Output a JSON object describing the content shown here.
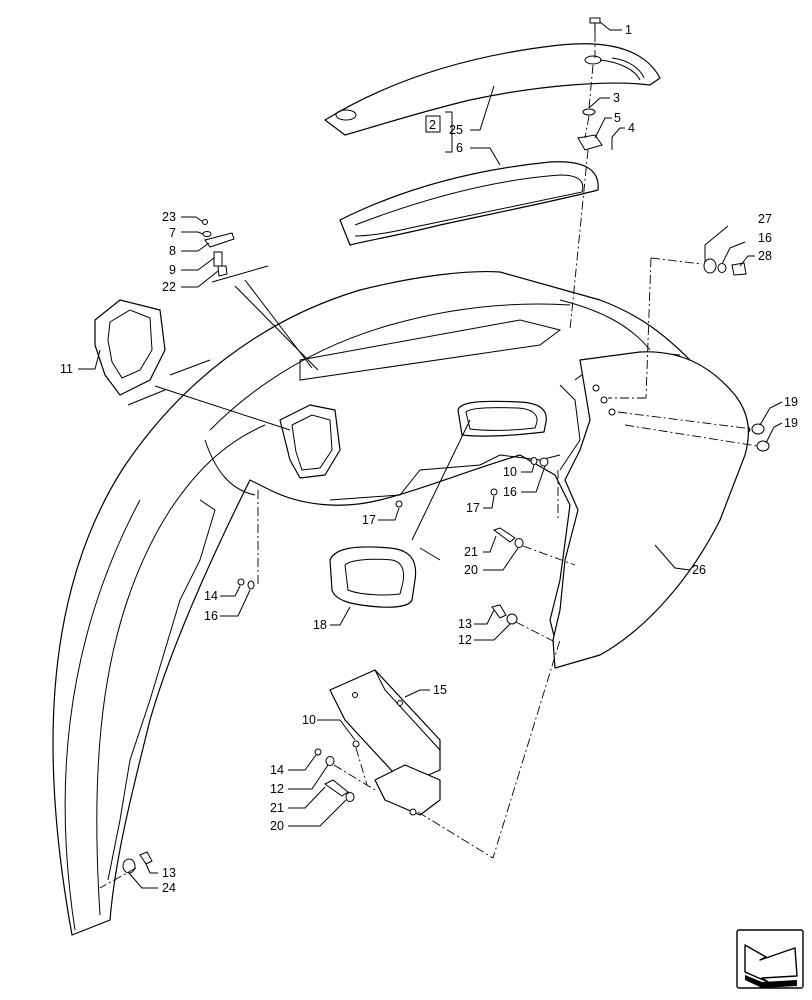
{
  "callouts": [
    {
      "id": "c1",
      "text": "1"
    },
    {
      "id": "c3",
      "text": "3"
    },
    {
      "id": "c5",
      "text": "5"
    },
    {
      "id": "c4",
      "text": "4"
    },
    {
      "id": "c2",
      "text": "2"
    },
    {
      "id": "c25",
      "text": "25"
    },
    {
      "id": "c6",
      "text": "6"
    },
    {
      "id": "c23",
      "text": "23"
    },
    {
      "id": "c7",
      "text": "7"
    },
    {
      "id": "c8",
      "text": "8"
    },
    {
      "id": "c9",
      "text": "9"
    },
    {
      "id": "c22",
      "text": "22"
    },
    {
      "id": "c27",
      "text": "27"
    },
    {
      "id": "c16a",
      "text": "16"
    },
    {
      "id": "c28",
      "text": "28"
    },
    {
      "id": "c11",
      "text": "11"
    },
    {
      "id": "c19a",
      "text": "19"
    },
    {
      "id": "c19b",
      "text": "19"
    },
    {
      "id": "c10a",
      "text": "10"
    },
    {
      "id": "c16b",
      "text": "16"
    },
    {
      "id": "c17a",
      "text": "17"
    },
    {
      "id": "c17b",
      "text": "17"
    },
    {
      "id": "c21a",
      "text": "21"
    },
    {
      "id": "c20a",
      "text": "20"
    },
    {
      "id": "c26",
      "text": "26"
    },
    {
      "id": "c14a",
      "text": "14"
    },
    {
      "id": "c16c",
      "text": "16"
    },
    {
      "id": "c18",
      "text": "18"
    },
    {
      "id": "c13a",
      "text": "13"
    },
    {
      "id": "c12a",
      "text": "12"
    },
    {
      "id": "c15",
      "text": "15"
    },
    {
      "id": "c10b",
      "text": "10"
    },
    {
      "id": "c14b",
      "text": "14"
    },
    {
      "id": "c12b",
      "text": "12"
    },
    {
      "id": "c21b",
      "text": "21"
    },
    {
      "id": "c20b",
      "text": "20"
    },
    {
      "id": "c13b",
      "text": "13"
    },
    {
      "id": "c24",
      "text": "24"
    }
  ],
  "icons": {
    "navigation": "next-page-arrow-icon"
  }
}
